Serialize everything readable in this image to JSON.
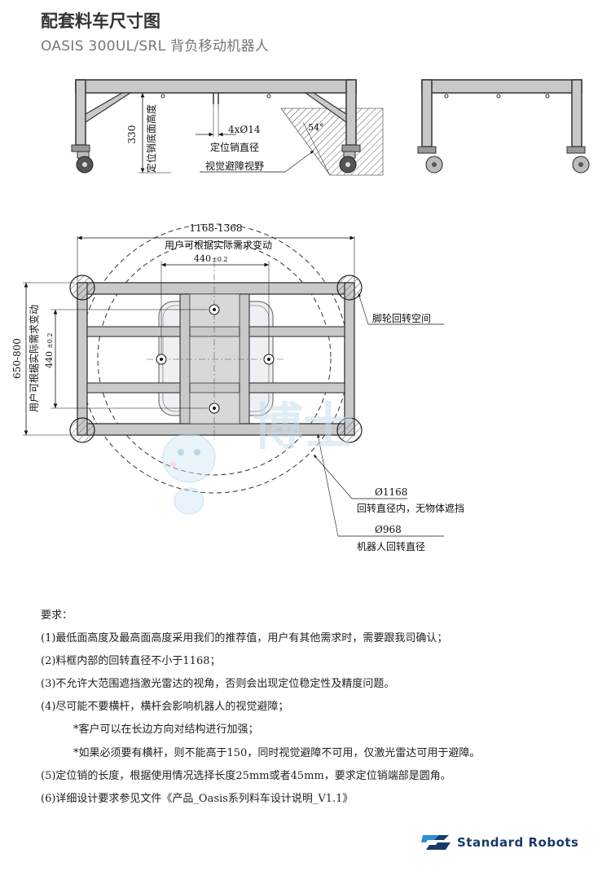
{
  "header": {
    "title": "配套料车尺寸图",
    "subtitle": "OASIS 300UL/SRL 背负移动机器人"
  },
  "side_view": {
    "height_value": "330",
    "height_label": "定位销底面高度",
    "pin_spec": "4xØ14",
    "pin_label": "定位销直径",
    "angle": "54°",
    "vision_label": "视觉避障视野"
  },
  "top_view": {
    "width_range": "1168-1368",
    "width_note": "用户可根据实际需求变动",
    "pin_span_x": "440",
    "pin_span_x_tol": "±0.2",
    "length_range": "650-800",
    "length_note": "用户可根据实际需求变动",
    "pin_span_y": "440",
    "pin_span_y_tol": "±0.2",
    "caster_label": "脚轮回转空间",
    "dia_outer": "Ø1168",
    "dia_outer_label": "回转直径内，无物体遮挡",
    "dia_inner": "Ø968",
    "dia_inner_label": "机器人回转直径"
  },
  "watermark": "博士",
  "requirements": {
    "heading": "要求：",
    "items": [
      "(1)最低面高度及最高面高度采用我们的推荐值，用户有其他需求时，需要跟我司确认；",
      "(2)料框内部的回转直径不小于1168；",
      "(3)不允许大范围遮挡激光雷达的视角，否则会出现定位稳定性及精度问题。",
      "(4)尽可能不要横杆，横杆会影响机器人的视觉避障；",
      "*客户可以在长边方向对结构进行加强；",
      "*如果必须要有横杆，则不能高于150，同时视觉避障不可用，仅激光雷达可用于避障。",
      "(5)定位销的长度，根据使用情况选择长度25mm或者45mm，要求定位销端部是圆角。",
      "(6)详细设计要求参见文件《产品_Oasis系列料车设计说明_V1.1》"
    ]
  },
  "footer": {
    "brand": "Standard Robots"
  }
}
